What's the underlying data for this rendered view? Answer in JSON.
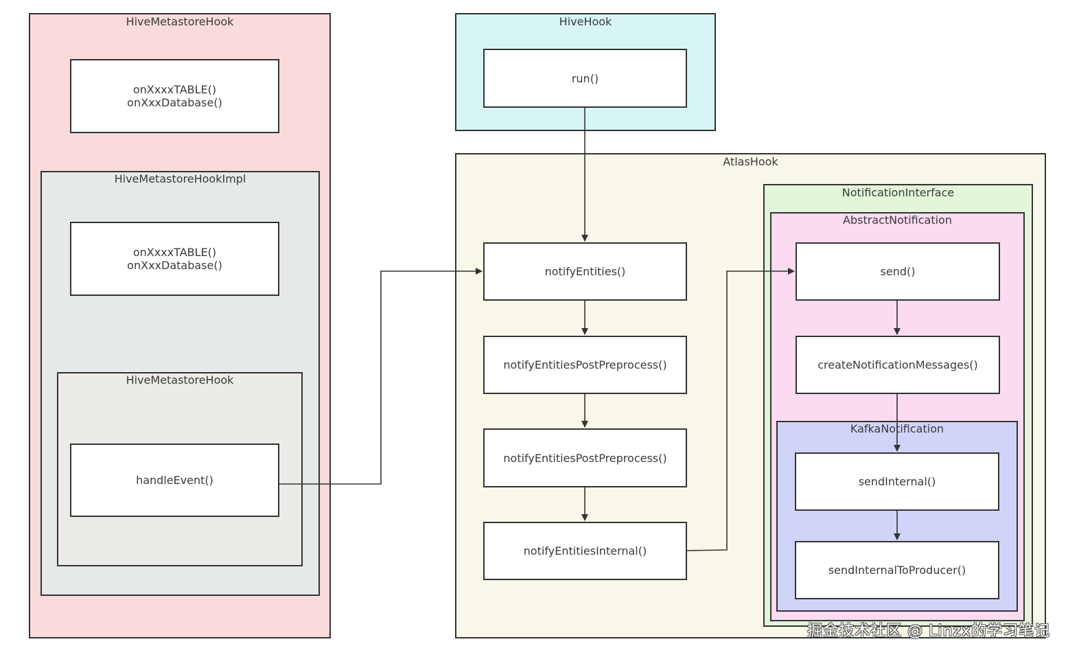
{
  "colors": {
    "hive_metastore_hook_outer": "#f8dbda",
    "hive_metastore_hook_impl": "#e6e9ea",
    "hive_metastore_hook_inner": "#ecebe8",
    "hive_hook": "#d8f5f5",
    "atlas_hook": "#f9f7e9",
    "notification_interface": "#e3f6d9",
    "abstract_notification": "#fadbef",
    "kafka_notification": "#d0d4f8",
    "node_fill": "#ffffff",
    "stroke": "#333333"
  },
  "containers": {
    "hive_metastore_hook_outer": "HiveMetastoreHook",
    "hive_metastore_hook_impl": "HiveMetastoreHookImpl",
    "hive_metastore_hook_inner": "HiveMetastoreHook",
    "hive_hook": "HiveHook",
    "atlas_hook": "AtlasHook",
    "notification_interface": "NotificationInterface",
    "abstract_notification": "AbstractNotification",
    "kafka_notification": "KafkaNotification"
  },
  "nodes": {
    "outer_methods": [
      "onXxxxTABLE()",
      "onXxxDatabase()"
    ],
    "impl_methods": [
      "onXxxxTABLE()",
      "onXxxDatabase()"
    ],
    "handle_event": "handleEvent()",
    "run": "run()",
    "notify_entities": "notifyEntities()",
    "notify_entities_post_preprocess_1": "notifyEntitiesPostPreprocess()",
    "notify_entities_post_preprocess_2": "notifyEntitiesPostPreprocess()",
    "notify_entities_internal": "notifyEntitiesInternal()",
    "send": "send()",
    "create_notification_messages": "createNotificationMessages()",
    "send_internal": "sendInternal()",
    "send_internal_to_producer": "sendInternalToProducer()"
  },
  "edges": [
    {
      "from": "run()",
      "to": "notifyEntities()"
    },
    {
      "from": "handleEvent()",
      "to": "notifyEntities()"
    },
    {
      "from": "notifyEntities()",
      "to": "notifyEntitiesPostPreprocess()"
    },
    {
      "from": "notifyEntitiesPostPreprocess()",
      "to": "notifyEntitiesPostPreprocess()"
    },
    {
      "from": "notifyEntitiesPostPreprocess()",
      "to": "notifyEntitiesInternal()"
    },
    {
      "from": "notifyEntitiesInternal()",
      "to": "send()"
    },
    {
      "from": "send()",
      "to": "createNotificationMessages()"
    },
    {
      "from": "createNotificationMessages()",
      "to": "sendInternal()"
    },
    {
      "from": "sendInternal()",
      "to": "sendInternalToProducer()"
    }
  ],
  "watermark": "掘金技术社区 @ Linzx的学习笔记"
}
